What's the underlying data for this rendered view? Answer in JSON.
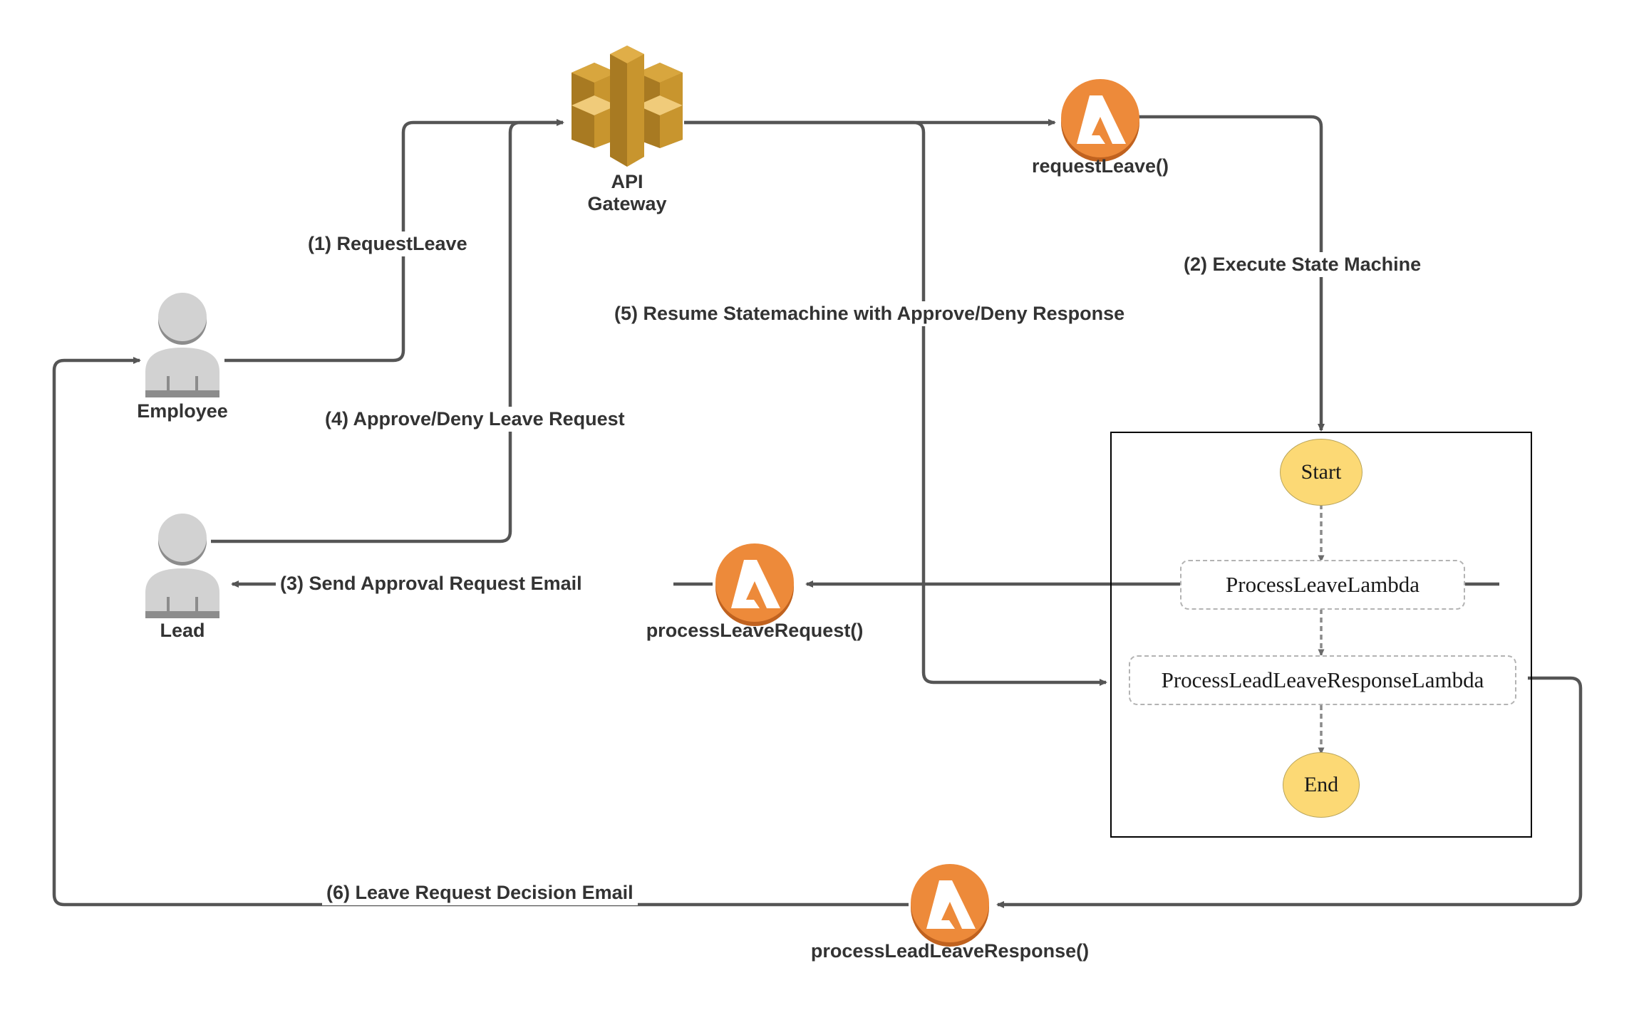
{
  "diagram": {
    "title": "AWS Leave Request Approval Workflow",
    "background": "#ffffff",
    "colors": {
      "lambda_orange": "#ED8A3A",
      "lambda_shadow": "#C0621F",
      "apigw_gold": "#C8952E",
      "apigw_gold_light": "#E0AE48",
      "apigw_gold_dark": "#A87A22",
      "actor_gray": "#D2D2D2",
      "actor_gray_dark": "#8C8C8C",
      "state_yellow": "#FCD975",
      "connector_gray": "#555555",
      "text_dark": "#333333",
      "box_border": "#000000",
      "task_dashed_border": "#B3B3B3"
    },
    "nodes": [
      {
        "id": "employee",
        "label": "Employee",
        "icon": "user-icon"
      },
      {
        "id": "lead",
        "label": "Lead",
        "icon": "user-icon"
      },
      {
        "id": "api-gateway",
        "label": "API\nGateway",
        "label_line1": "API",
        "label_line2": "Gateway",
        "icon": "api-gateway-icon"
      },
      {
        "id": "request-leave-lambda",
        "label": "requestLeave()",
        "icon": "lambda-icon"
      },
      {
        "id": "process-leave-request-lambda",
        "label": "processLeaveRequest()",
        "icon": "lambda-icon"
      },
      {
        "id": "process-lead-leave-response-lambda",
        "label": "processLeadLeaveResponse()",
        "icon": "lambda-icon"
      }
    ],
    "state_machine": {
      "start": "Start",
      "end": "End",
      "tasks": [
        "ProcessLeaveLambda",
        "ProcessLeadLeaveResponseLambda"
      ]
    },
    "flows": [
      {
        "step": "1",
        "label": "(1) RequestLeave",
        "from": "employee",
        "to": "api-gateway"
      },
      {
        "step": "2",
        "label": "(2) Execute State Machine",
        "from": "request-leave-lambda",
        "to": "state-machine"
      },
      {
        "step": "3",
        "label": "(3) Send Approval Request Email",
        "from": "process-leave-request-lambda",
        "to": "lead"
      },
      {
        "step": "4",
        "label": "(4) Approve/Deny Leave Request",
        "from": "lead",
        "to": "api-gateway"
      },
      {
        "step": "5",
        "label": "(5) Resume Statemachine with Approve/Deny Response",
        "from": "api-gateway",
        "to": "process-lead-leave-response-lambda-task"
      },
      {
        "step": "6",
        "label": "(6) Leave Request Decision Email",
        "from": "process-lead-leave-response-lambda",
        "to": "employee"
      }
    ]
  }
}
